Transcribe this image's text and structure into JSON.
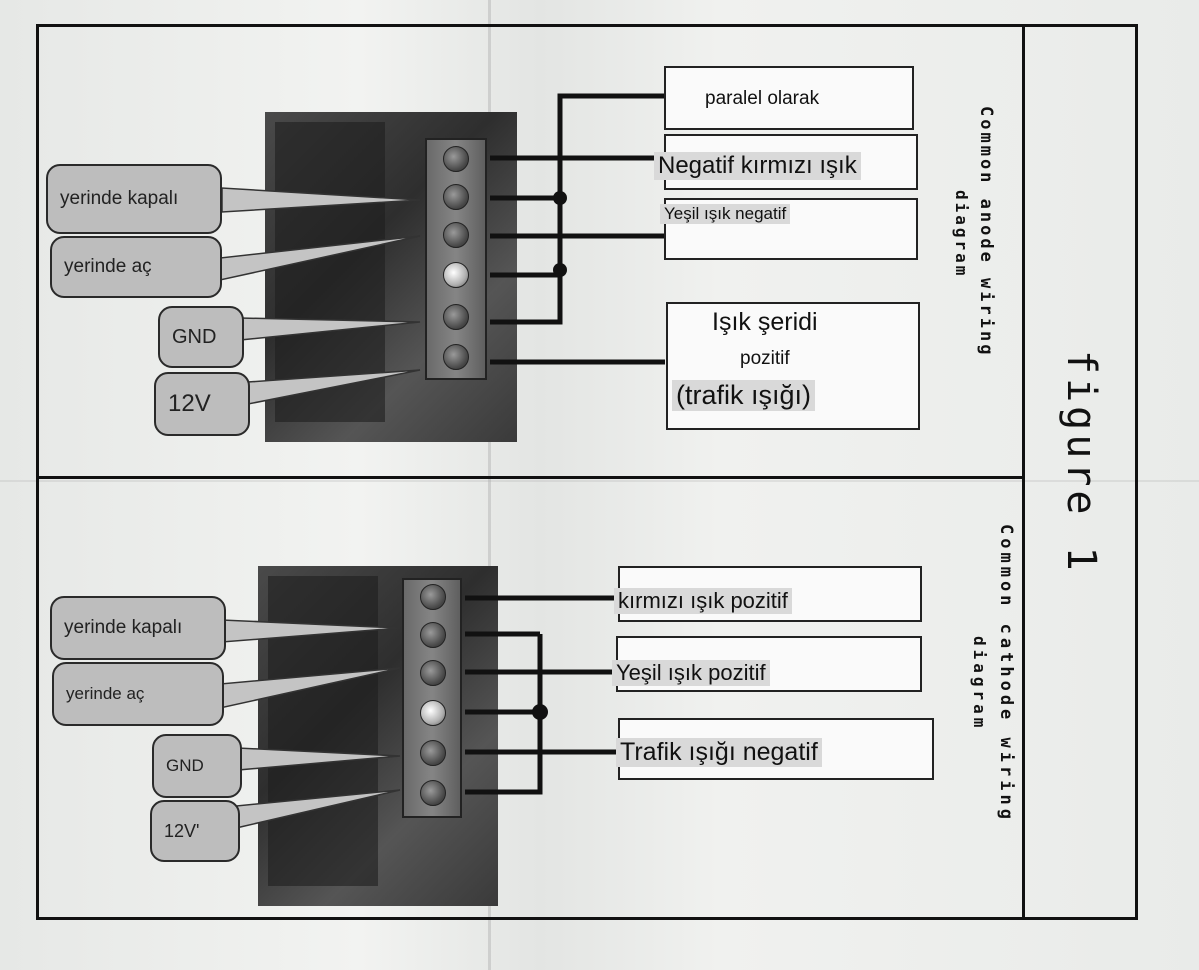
{
  "figure": {
    "title": "figure 1"
  },
  "anode": {
    "heading_line1": "Common anode wiring",
    "heading_line2": "diagram",
    "callouts": [
      "yerinde kapalı",
      "yerinde aç",
      "GND",
      "12V"
    ],
    "boxes": {
      "parallel": "paralel olarak",
      "red_negative": "Negatif kırmızı ışık",
      "green_negative": "Yeşil ışık negatif",
      "strip_line1": "Işık şeridi",
      "strip_line2": "pozitif",
      "strip_line3": "(trafik ışığı)"
    }
  },
  "cathode": {
    "heading_line1": "Common cathode wiring",
    "heading_line2": "diagram",
    "callouts": [
      "yerinde kapalı",
      "yerinde aç",
      "GND",
      "12V'"
    ],
    "boxes": {
      "red_positive": "kırmızı ışık pozitif",
      "green_positive": "Yeşil ışık pozitif",
      "traffic_negative": "Trafik ışığı negatif"
    }
  }
}
